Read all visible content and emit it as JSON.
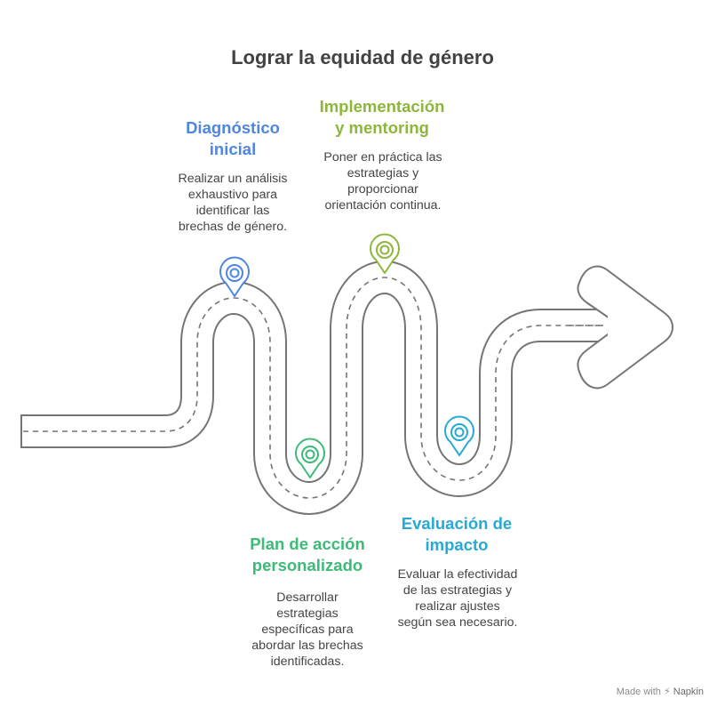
{
  "title": "Lograr la equidad de género",
  "steps": [
    {
      "title": "Diagnóstico\ninicial",
      "description": "Realizar un análisis\nexhaustivo para\nidentificar las\nbrechas de género.",
      "color": "#4E86E0"
    },
    {
      "title": "Plan de acción\npersonalizado",
      "description": "Desarrollar\nestrategias\nespecíficas para\nabordar las brechas\nidentificadas.",
      "color": "#3DBA78"
    },
    {
      "title": "Implementación\ny mentoring",
      "description": "Poner en práctica las\nestrategias y\nproporcionar\norientación continua.",
      "color": "#8DB63A"
    },
    {
      "title": "Evaluación de\nimpacto",
      "description": "Evaluar la efectividad\nde las estrategias y\nrealizar ajustes\nsegún sea necesario.",
      "color": "#27A9D6"
    }
  ],
  "credit": {
    "prefix": "Made with",
    "brand": "Napkin"
  },
  "road_color": "#757575"
}
